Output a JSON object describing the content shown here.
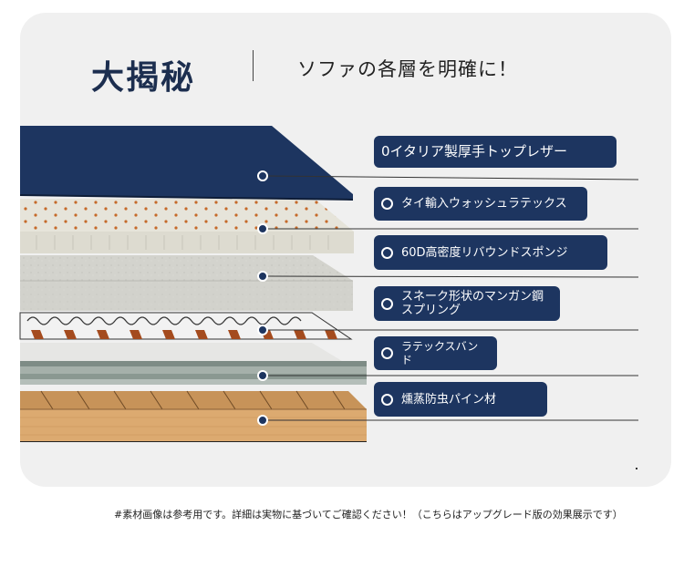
{
  "header": {
    "title": "大揭秘",
    "subtitle": "ソファの各層を明確に！"
  },
  "colors": {
    "card_bg": "#f0f0f0",
    "navy": "#1d3560",
    "title_color": "#1c2e4f",
    "wood": "#d8a56c",
    "foam": "#d5d5d0",
    "latex": "#e4e2d8"
  },
  "layers": [
    {
      "label": "0イタリア製厚手トップレザー",
      "icon": "ring-icon"
    },
    {
      "label": "タイ輸入ウォッシュラテックス",
      "icon": "ring-icon"
    },
    {
      "label": "60D高密度リバウンドスポンジ",
      "icon": "ring-icon"
    },
    {
      "label": "スネーク形状のマンガン鋼\nスプリング",
      "icon": "ring-icon"
    },
    {
      "label": "ラテックスバンド",
      "icon": "ring-icon"
    },
    {
      "label": "燻蒸防虫パイン材",
      "icon": "ring-icon"
    }
  ],
  "footnote": "#素材画像は参考用です。詳細は実物に基づいてご確認ください！（こちらはアップグレード版の効果展示です）"
}
